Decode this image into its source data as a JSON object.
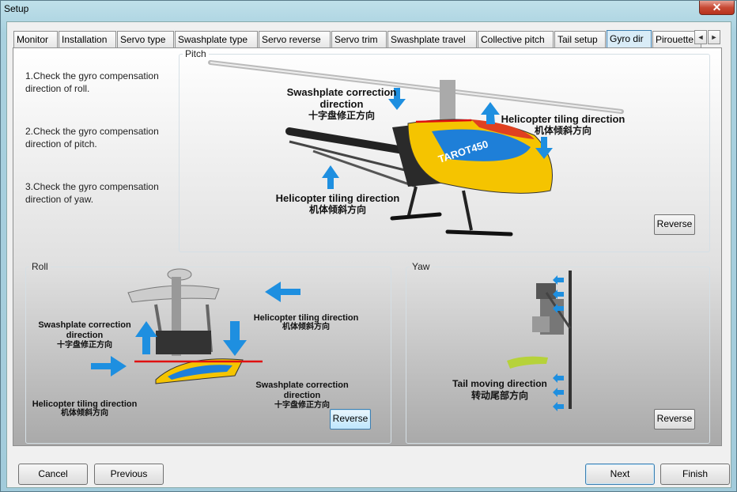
{
  "window": {
    "title": "Setup",
    "close_glyph": "✕"
  },
  "tabs": [
    {
      "label": "Monitor",
      "active": false
    },
    {
      "label": "Installation",
      "active": false
    },
    {
      "label": "Servo type",
      "active": false
    },
    {
      "label": "Swashplate type",
      "active": false
    },
    {
      "label": "Servo reverse",
      "active": false
    },
    {
      "label": "Servo trim",
      "active": false
    },
    {
      "label": "Swashplate travel",
      "active": false
    },
    {
      "label": "Collective pitch",
      "active": false
    },
    {
      "label": "Tail setup",
      "active": false
    },
    {
      "label": "Gyro dir",
      "active": true
    },
    {
      "label": "Pirouette",
      "active": false
    }
  ],
  "tab_scroll": {
    "left": "◄",
    "right": "►"
  },
  "steps": [
    "1.Check the gyro compensation direction of roll.",
    "2.Check the gyro compensation direction of pitch.",
    "3.Check the gyro compensation direction of yaw."
  ],
  "pitch": {
    "legend": "Pitch",
    "swash_en": "Swashplate correction direction",
    "swash_cn": "十字盘修正方向",
    "tilt_right_en": "Helicopter tiling direction",
    "tilt_right_cn": "机体倾斜方向",
    "tilt_bottom_en": "Helicopter tiling direction",
    "tilt_bottom_cn": "机体倾斜方向",
    "reverse": "Reverse",
    "brand": "TAROT450"
  },
  "roll": {
    "legend": "Roll",
    "swash_left_en": "Swashplate correction direction",
    "swash_left_cn": "十字盘修正方向",
    "tilt_right_en": "Helicopter tiling direction",
    "tilt_right_cn": "机体倾斜方向",
    "tilt_left_en": "Helicopter tiling direction",
    "tilt_left_cn": "机体倾斜方向",
    "swash_right_en": "Swashplate correction direction",
    "swash_right_cn": "十字盘修正方向",
    "reverse": "Reverse"
  },
  "yaw": {
    "legend": "Yaw",
    "tail_en": "Tail moving direction",
    "tail_cn": "转动尾部方向",
    "reverse": "Reverse"
  },
  "buttons": {
    "cancel": "Cancel",
    "previous": "Previous",
    "next": "Next",
    "finish": "Finish"
  },
  "colors": {
    "arrow_blue": "#1e8fe0",
    "red_line": "#e01010",
    "accent_yellow": "#f5c400"
  }
}
